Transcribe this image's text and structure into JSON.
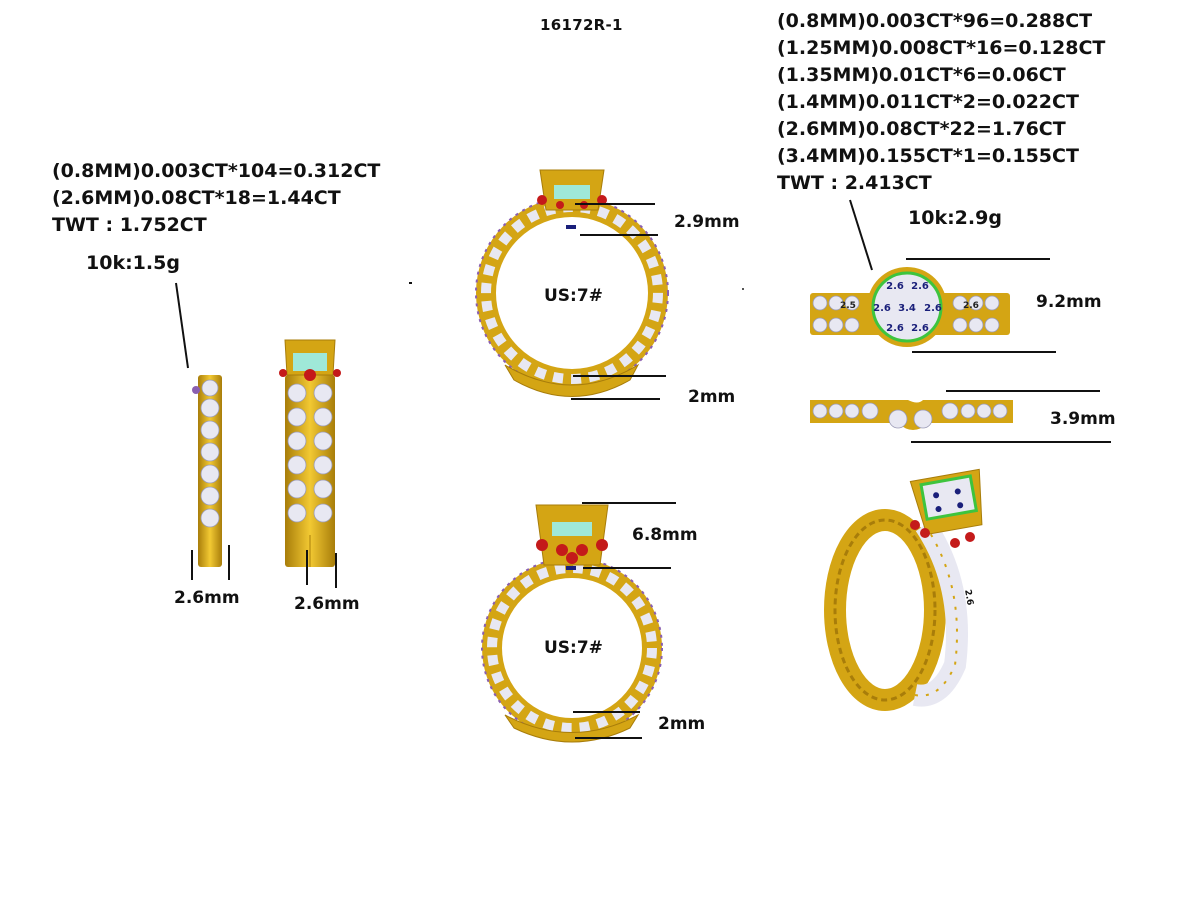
{
  "drawing": {
    "title": "16172R-1",
    "left_set": {
      "specs": [
        "(0.8MM)0.003CT*104=0.312CT",
        "(2.6MM)0.08CT*18=1.44CT",
        "TWT : 1.752CT"
      ],
      "metal_weight": "10k:1.5g",
      "band_width_1": "2.6mm",
      "band_width_2": "2.6mm"
    },
    "center_views": {
      "top": {
        "head_height": "2.9mm",
        "ring_size": "US:7#",
        "shank_width": "2mm"
      },
      "bottom": {
        "head_height": "6.8mm",
        "ring_size": "US:7#",
        "shank_width": "2mm"
      }
    },
    "right_set": {
      "specs": [
        "(0.8MM)0.003CT*96=0.288CT",
        "(1.25MM)0.008CT*16=0.128CT",
        "(1.35MM)0.01CT*6=0.06CT",
        "(1.4MM)0.011CT*2=0.022CT",
        "(2.6MM)0.08CT*22=1.76CT",
        "(3.4MM)0.155CT*1=0.155CT",
        "TWT : 2.413CT"
      ],
      "metal_weight": "10k:2.9g",
      "engagement_width": "9.2mm",
      "wedding_band_width": "3.9mm",
      "stone_labels": [
        "3.4",
        "2.6",
        "2.6",
        "2.6",
        "2.6",
        "2.6",
        "2.6",
        "2.6",
        "2.6"
      ]
    },
    "colors": {
      "gold": "#d4a514",
      "gold_dark": "#a87d0a",
      "diamond": "#e8e8f2",
      "accent_red": "#c41a1a",
      "accent_green": "#3ec43e",
      "accent_purple": "#8a5fb0",
      "label_blue": "#1a1f7a",
      "line": "#111111"
    }
  }
}
